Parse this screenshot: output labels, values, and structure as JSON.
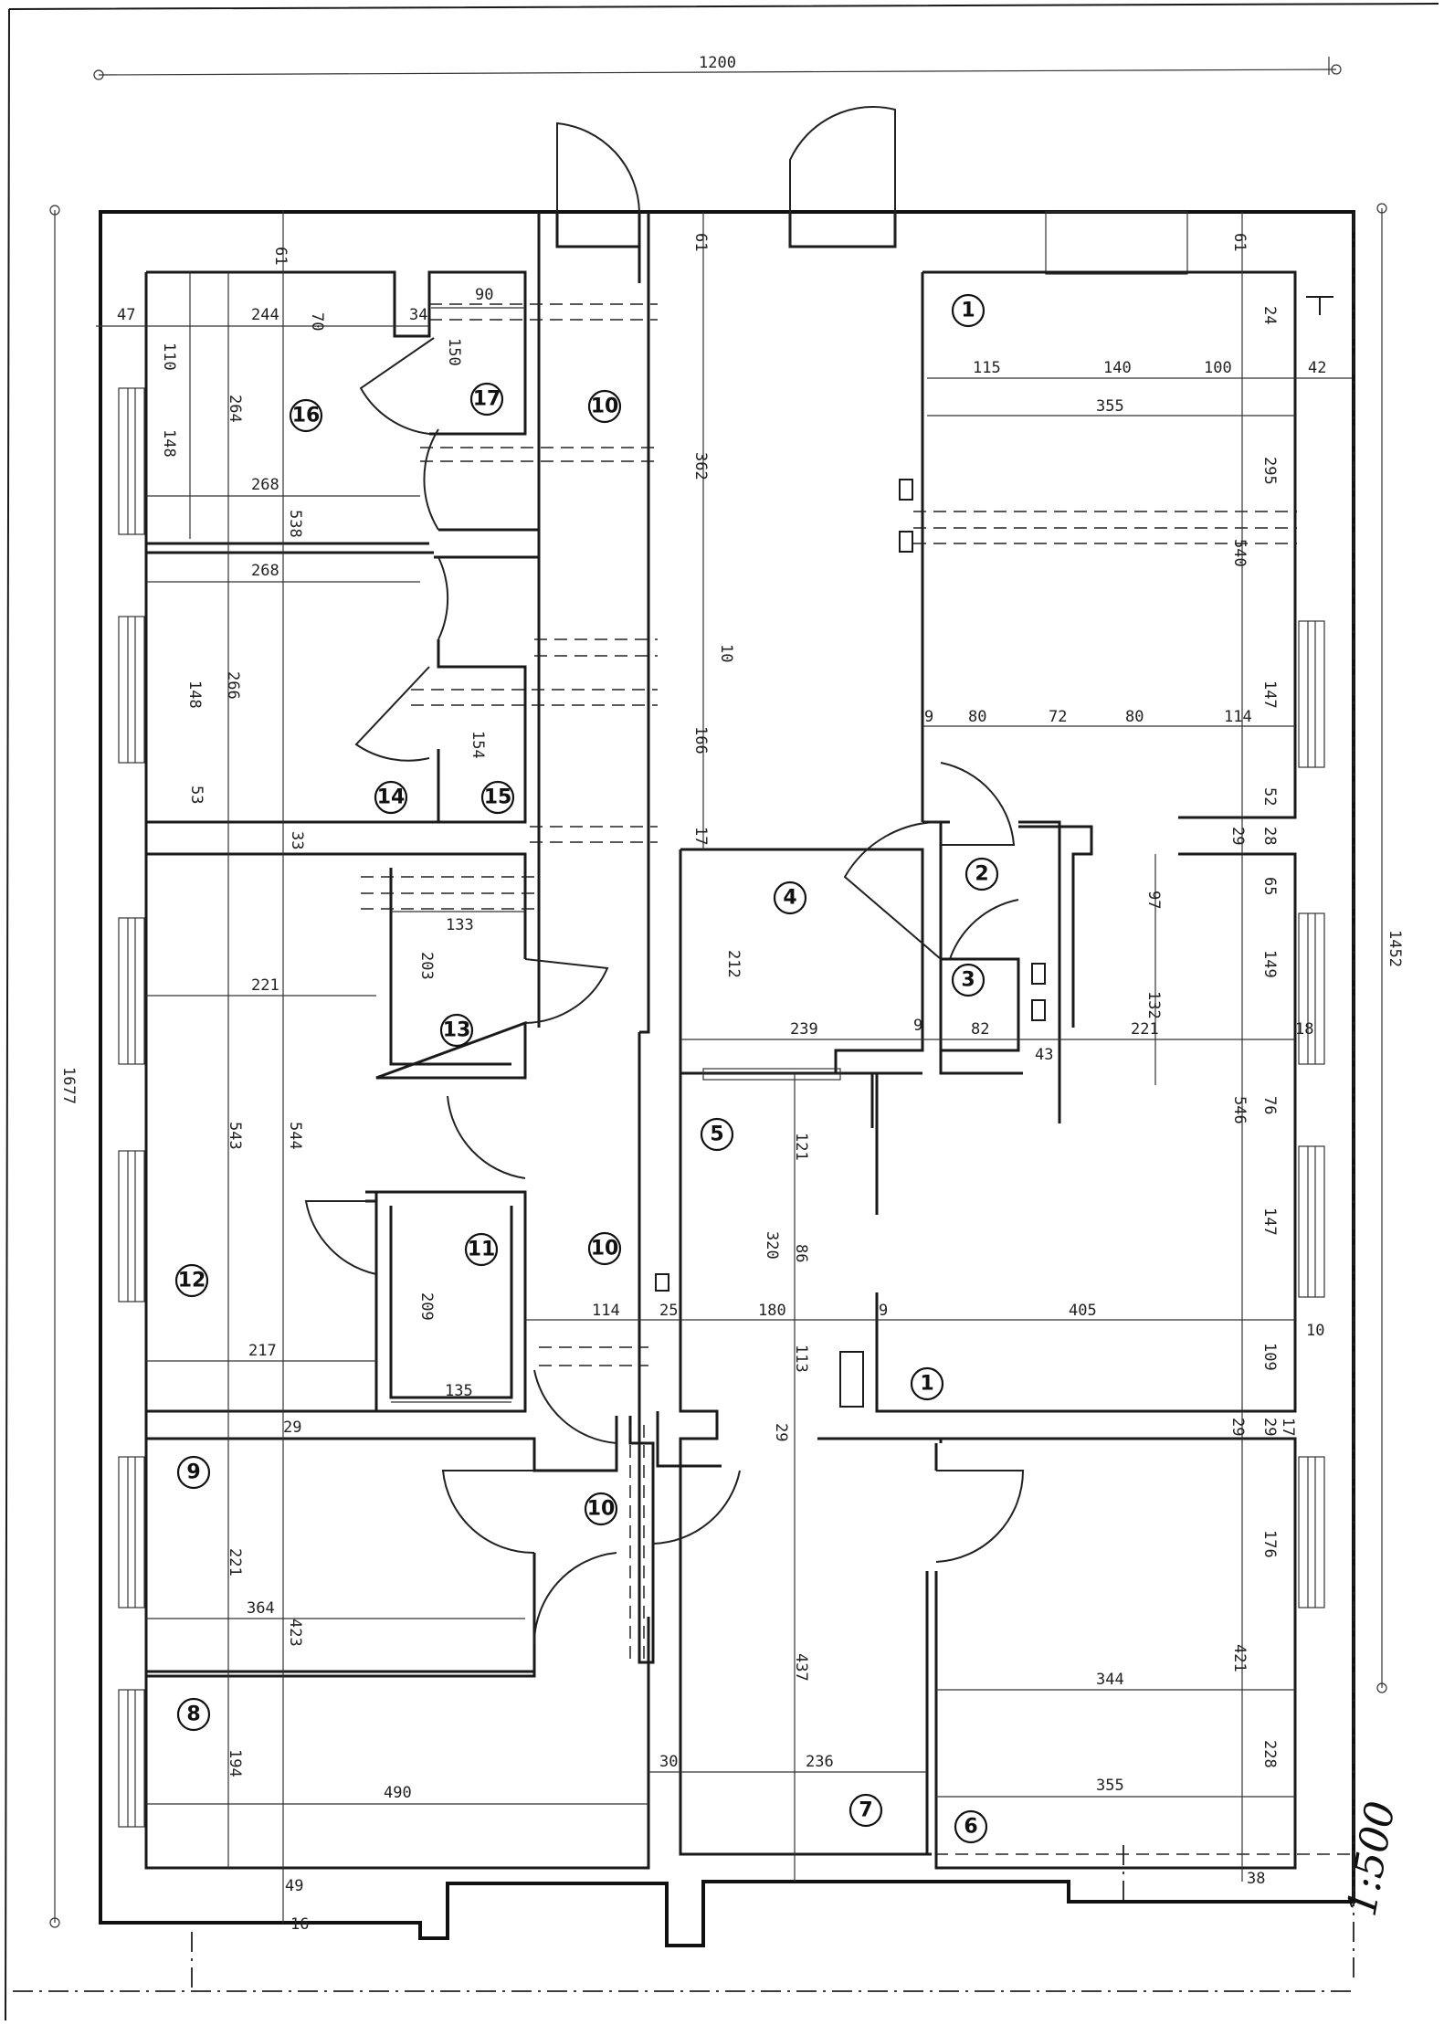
{
  "plan": {
    "scale": "1:500",
    "rooms": [
      "1",
      "1",
      "2",
      "3",
      "4",
      "5",
      "6",
      "7",
      "8",
      "9",
      "10",
      "10",
      "10",
      "11",
      "12",
      "13",
      "14",
      "15",
      "16",
      "17"
    ],
    "dimensions": {
      "overall_width": "1200",
      "overall_height_left": "1677",
      "overall_height_right": "1452",
      "left_wing": [
        "61",
        "47",
        "244",
        "70",
        "34",
        "90",
        "110",
        "264",
        "148",
        "150",
        "268",
        "538",
        "268",
        "148",
        "266",
        "53",
        "154",
        "33",
        "133",
        "203",
        "221",
        "543",
        "544",
        "209",
        "217",
        "135",
        "114",
        "25",
        "29",
        "221",
        "364",
        "423",
        "194",
        "490",
        "49",
        "16"
      ],
      "center": [
        "61",
        "362",
        "10",
        "166",
        "17",
        "212",
        "239",
        "9",
        "82",
        "43",
        "121",
        "320",
        "86",
        "113",
        "180",
        "29",
        "437",
        "236",
        "30"
      ],
      "right_wing": [
        "61",
        "24",
        "115",
        "140",
        "100",
        "42",
        "355",
        "295",
        "540",
        "9",
        "80",
        "72",
        "80",
        "114",
        "147",
        "52",
        "29",
        "28",
        "65",
        "97",
        "149",
        "132",
        "221",
        "18",
        "76",
        "546",
        "147",
        "9",
        "405",
        "10",
        "109",
        "29",
        "29",
        "17",
        "176",
        "344",
        "421",
        "228",
        "355",
        "38"
      ]
    }
  }
}
